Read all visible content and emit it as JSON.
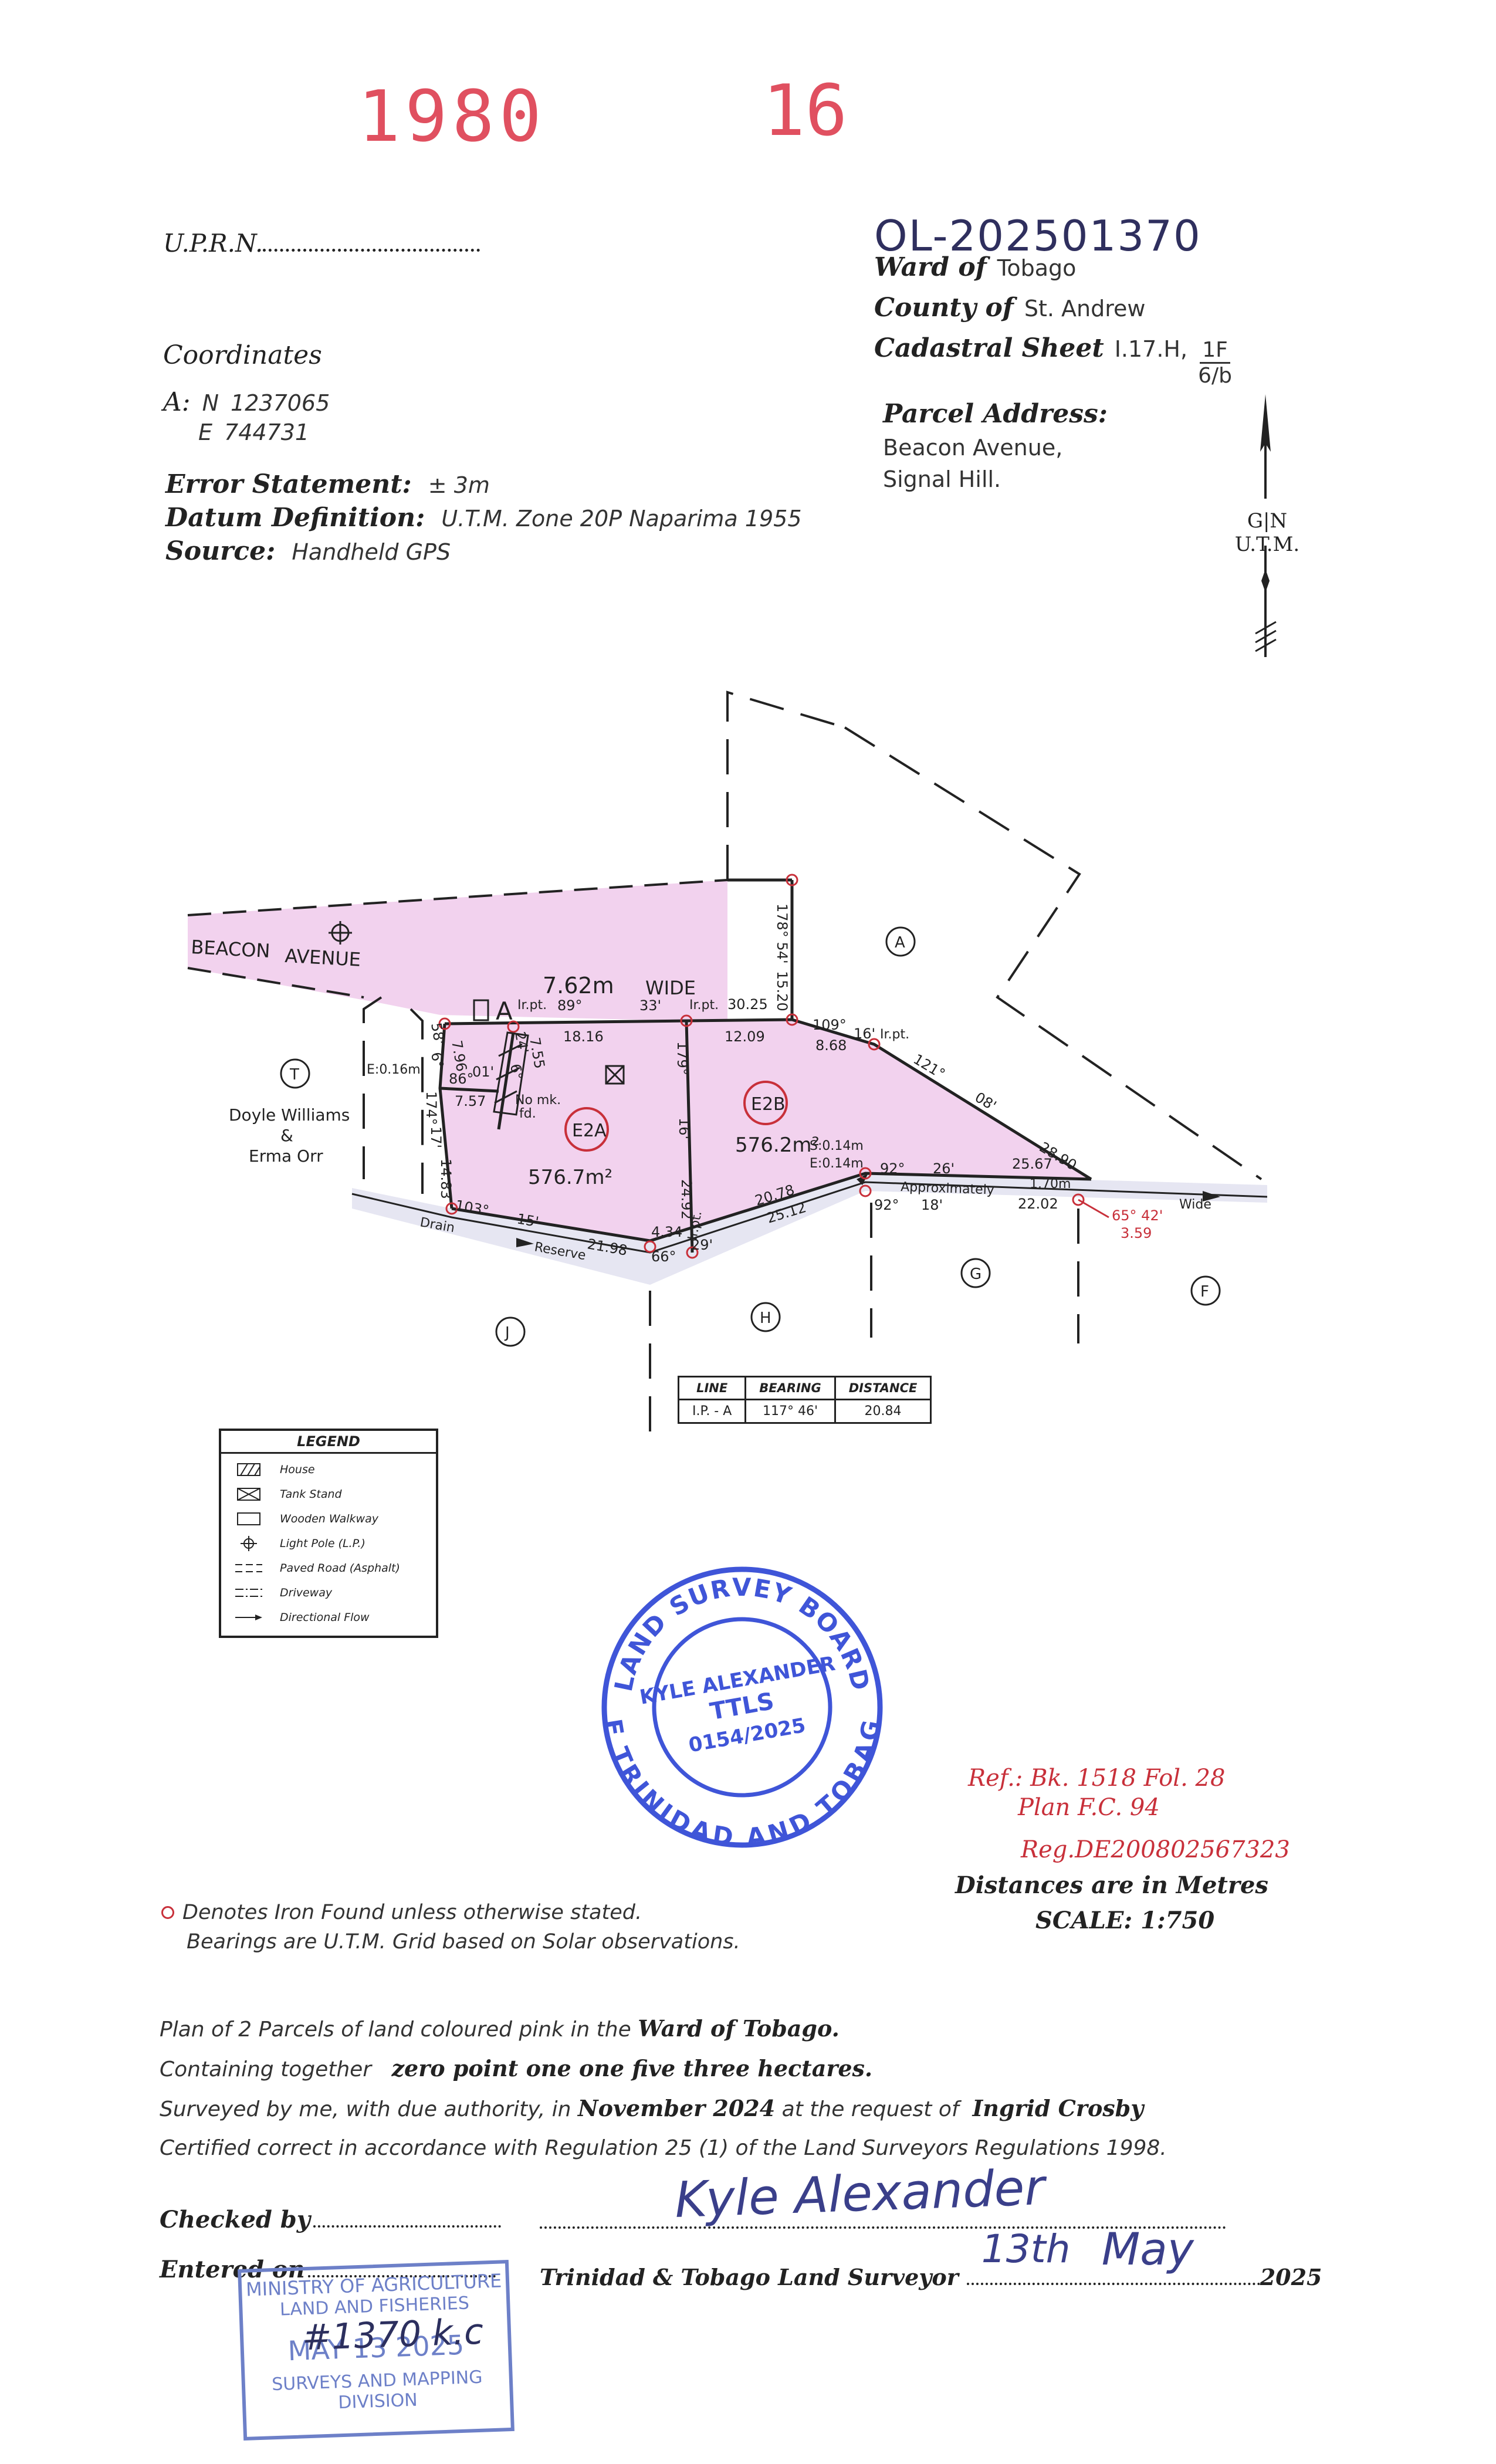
{
  "header": {
    "year_number": "1980",
    "plan_number": "16",
    "ol_number": "OL-202501370"
  },
  "left_info": {
    "uprn_label": "U.P.R.N.",
    "coordinates_label": "Coordinates",
    "point_label": "A:",
    "north_label": "N",
    "north_value": "1237065",
    "east_label": "E",
    "east_value": "744731",
    "error_label": "Error Statement:",
    "error_value": "± 3m",
    "datum_label": "Datum Definition:",
    "datum_value": "U.T.M. Zone 20P Naparima 1955",
    "source_label": "Source:",
    "source_value": "Handheld GPS"
  },
  "right_info": {
    "ward_label": "Ward of",
    "ward_value": "Tobago",
    "county_label": "County of",
    "county_value": "St. Andrew",
    "sheet_label": "Cadastral Sheet",
    "sheet_value": "I.17.H,",
    "sheet_num": "1F",
    "sheet_den": "6/b",
    "address_label": "Parcel Address:",
    "address_line1": "Beacon Avenue,",
    "address_line2": "Signal Hill."
  },
  "north_arrow": {
    "label1": "G|N",
    "label2": "U.T.M."
  },
  "plan": {
    "road_name1": "BEACON",
    "road_name2": "AVENUE",
    "road_width": "7.62m",
    "road_wide": "WIDE",
    "parcel_e2a": "E2A",
    "parcel_e2a_area": "576.7m²",
    "parcel_e2b": "E2B",
    "parcel_e2b_area": "576.2m²",
    "neighbour_t": "T",
    "neighbour_t_names": [
      "Doyle Williams",
      "&",
      "Erma Orr"
    ],
    "neighbour_a": "A",
    "neighbour_j": "J",
    "neighbour_h": "H",
    "neighbour_g": "G",
    "neighbour_f": "F",
    "point_a": "A",
    "drain_label": "Drain",
    "reserve_label": "Reserve",
    "approx_label": "Approximately",
    "wide_label": "Wide",
    "no_mk": "No mk.",
    "fd": "fd.",
    "e016": "E:0.16m",
    "s014": "S:0.14m",
    "e014": "E:0.14m",
    "width_170": "1.70m",
    "irpt": "Ir.pt.",
    "dims": {
      "b89": "89°",
      "b33": "33'",
      "d3025": "30.25",
      "d1816": "18.16",
      "d1209": "12.09",
      "b178": "178° 54'",
      "d1520": "15.20",
      "b109": "109°",
      "b16": "16'",
      "d868": "8.68",
      "b121": "121°",
      "b08": "08'",
      "d2890": "28.90",
      "b179": "179°",
      "b16b": "16'",
      "d2492": "24.92",
      "b92a": "92°",
      "b26": "26'",
      "d2567": "25.67",
      "b92b": "92°",
      "b18": "18'",
      "d2202": "22.02",
      "b6542": "65° 42'",
      "d359": "3.59",
      "d2078": "20.78",
      "d2512": "25.12",
      "d434": "4.34",
      "b66": "66°",
      "b29": "29'",
      "d2198": "21.98",
      "b103": "103°",
      "b15": "15'",
      "d1483": "14.83",
      "b174": "174°",
      "b17": "17'",
      "b86": "86°",
      "b01": "01'",
      "d757": "7.57",
      "b6": "6°",
      "b24": "24'",
      "d755": "7.55",
      "d796": "7.96",
      "b58": "58'",
      "b6b": "6°"
    }
  },
  "line_table": {
    "headers": [
      "LINE",
      "BEARING",
      "DISTANCE"
    ],
    "rows": [
      [
        "I.P. - A",
        "117°  46'",
        "20.84"
      ]
    ]
  },
  "legend": {
    "title": "LEGEND",
    "items": [
      "House",
      "Tank Stand",
      "Wooden Walkway",
      "Light Pole (L.P.)",
      "Paved Road (Asphalt)",
      "Driveway",
      "Directional Flow"
    ]
  },
  "stamp": {
    "ring_top": "LAND SURVEY BOARD",
    "ring_bottom": "OF TRINIDAD AND TOBAGO",
    "name": "KYLE ALEXANDER",
    "title": "TTLS",
    "number": "0154/2025"
  },
  "refs": {
    "ref_line1": "Ref.: Bk. 1518 Fol. 28",
    "ref_line2": "Plan F.C. 94",
    "reg": "Reg.DE200802567323",
    "distances": "Distances are in Metres",
    "scale": "SCALE: 1:750"
  },
  "notes": {
    "iron_found": "Denotes Iron Found unless otherwise stated.",
    "bearings": "Bearings are U.T.M. Grid based on Solar observations."
  },
  "certificate": {
    "l1a": "Plan of 2 Parcels of land coloured pink in the",
    "l1b": "Ward of Tobago.",
    "l2a": "Containing together",
    "l2b": "zero point one one five three hectares.",
    "l3a": "Surveyed by me, with due authority, in",
    "l3b": "November 2024",
    "l3c": "at the request of",
    "l3d": "Ingrid Crosby",
    "l4": "Certified correct in accordance with Regulation 25 (1) of the Land Surveyors Regulations 1998."
  },
  "signoff": {
    "checked_by": "Checked by",
    "entered_on": "Entered on",
    "signature": "Kyle Alexander",
    "surveyor_label": "Trinidad & Tobago Land Surveyor",
    "day": "13th",
    "month": "May",
    "year": "2025"
  },
  "entry_stamp": {
    "line1": "MINISTRY OF AGRICULTURE",
    "line2": "LAND AND FISHERIES",
    "handwritten": "#1370 k.c",
    "date": "MAY 13 2025",
    "line4": "SURVEYS AND MAPPING",
    "line5": "DIVISION"
  },
  "colors": {
    "pink": "#f2d2ee",
    "red": "#c8303a",
    "blue_stamp": "#3f55d8",
    "ink_hand": "#3a3f8a"
  }
}
